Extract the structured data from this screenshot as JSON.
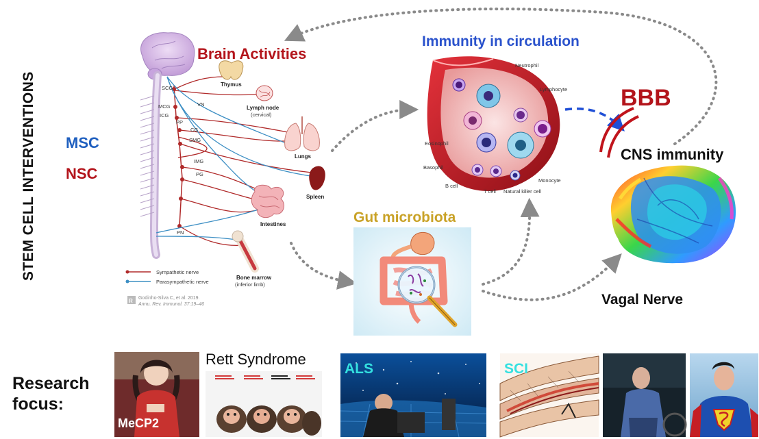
{
  "side_title": "STEM CELL INTERVENTIONS",
  "cell_types": [
    {
      "label": "MSC",
      "color": "#1f5fbf"
    },
    {
      "label": "NSC",
      "color": "#b3141b"
    }
  ],
  "headings": {
    "brain_activities": "Brain Activities",
    "immunity": "Immunity in circulation",
    "bbb": "BBB",
    "cns_immunity": "CNS immunity",
    "gut_microbiota": "Gut microbiota",
    "vagal_nerve": "Vagal Nerve"
  },
  "heading_colors": {
    "brain_activities": "#b3141b",
    "immunity": "#2a52cc",
    "bbb": "#b3141b",
    "gut_microbiota": "#c9a227",
    "dark": "#111111"
  },
  "nervous_system": {
    "ganglia": [
      "SCG",
      "MCG",
      "ICG",
      "PP",
      "CG",
      "SMG",
      "IMG",
      "PG",
      "PN",
      "VN"
    ],
    "organs": {
      "thymus": "Thymus",
      "lymph_node": "Lymph node",
      "lymph_node_sub": "(cervical)",
      "lungs": "Lungs",
      "spleen": "Spleen",
      "intestines": "Intestines",
      "bone_marrow": "Bone marrow",
      "bone_marrow_sub": "(inferior limb)"
    },
    "legend": {
      "sympathetic": "Sympathetic nerve",
      "parasympathetic": "Parasympathetic nerve"
    },
    "citation_line1": "Godinho-Silva C, et al. 2019.",
    "citation_line2": "Annu. Rev. Immunol. 37:19–46",
    "colors": {
      "sympathetic": "#b02a2a",
      "parasympathetic": "#3d8fc4"
    }
  },
  "immune_cells": {
    "neutrophil": "Neutrophil",
    "lymphocyte": "Lymphocyte",
    "eosinophil": "Eosinophil",
    "basophil": "Basophil",
    "b_cell": "B cell",
    "t_cell": "T cell",
    "nk_cell": "Natural killer cell",
    "monocyte": "Monocyte"
  },
  "research": {
    "label_line1": "Research",
    "label_line2": "focus:",
    "rett": "Rett Syndrome",
    "mecp2": "MeCP2",
    "als": "ALS",
    "sci": "SCI"
  }
}
